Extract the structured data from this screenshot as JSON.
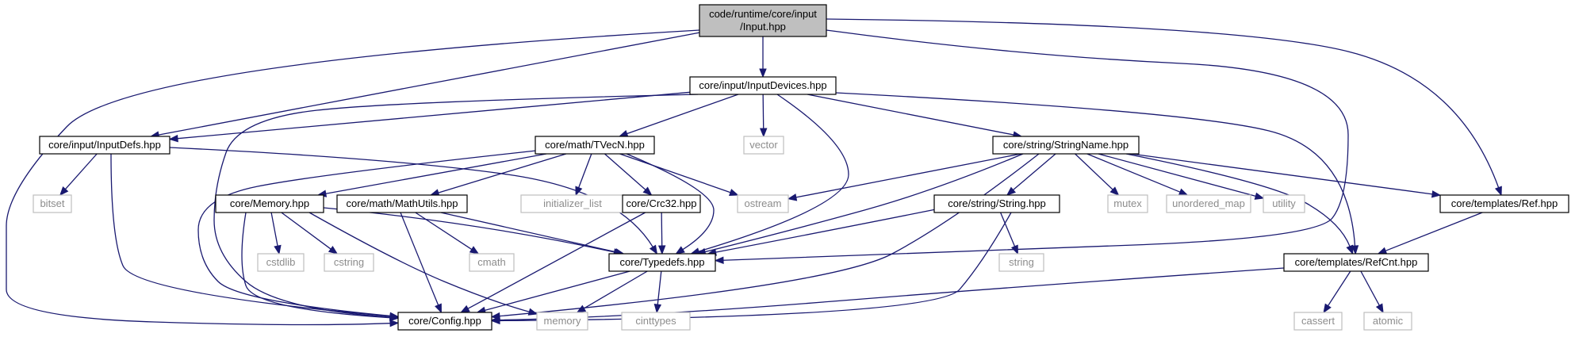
{
  "graph": {
    "colors": {
      "edge": "#191970",
      "header_fill": "#bfbfbf",
      "system_border": "#bfbfbf",
      "system_text": "#8c8c8c"
    },
    "nodes": {
      "input_hpp": {
        "lines": [
          "code/runtime/core/input",
          "/Input.hpp"
        ],
        "kind": "header"
      },
      "inputdevices_hpp": {
        "lines": [
          "core/input/InputDevices.hpp"
        ],
        "kind": "local"
      },
      "inputdefs_hpp": {
        "lines": [
          "core/input/InputDefs.hpp"
        ],
        "kind": "local"
      },
      "tvecn_hpp": {
        "lines": [
          "core/math/TVecN.hpp"
        ],
        "kind": "local"
      },
      "vector": {
        "lines": [
          "vector"
        ],
        "kind": "system"
      },
      "stringname_hpp": {
        "lines": [
          "core/string/StringName.hpp"
        ],
        "kind": "local"
      },
      "bitset": {
        "lines": [
          "bitset"
        ],
        "kind": "system"
      },
      "memory_hpp": {
        "lines": [
          "core/Memory.hpp"
        ],
        "kind": "local"
      },
      "mathutils_hpp": {
        "lines": [
          "core/math/MathUtils.hpp"
        ],
        "kind": "local"
      },
      "initializer_list": {
        "lines": [
          "initializer_list"
        ],
        "kind": "system"
      },
      "crc32_hpp": {
        "lines": [
          "core/Crc32.hpp"
        ],
        "kind": "local"
      },
      "ostream": {
        "lines": [
          "ostream"
        ],
        "kind": "system"
      },
      "string_hpp": {
        "lines": [
          "core/string/String.hpp"
        ],
        "kind": "local"
      },
      "mutex": {
        "lines": [
          "mutex"
        ],
        "kind": "system"
      },
      "unordered_map": {
        "lines": [
          "unordered_map"
        ],
        "kind": "system"
      },
      "utility": {
        "lines": [
          "utility"
        ],
        "kind": "system"
      },
      "ref_hpp": {
        "lines": [
          "core/templates/Ref.hpp"
        ],
        "kind": "local"
      },
      "cstdlib": {
        "lines": [
          "cstdlib"
        ],
        "kind": "system"
      },
      "cstring": {
        "lines": [
          "cstring"
        ],
        "kind": "system"
      },
      "cmath": {
        "lines": [
          "cmath"
        ],
        "kind": "system"
      },
      "typedefs_hpp": {
        "lines": [
          "core/Typedefs.hpp"
        ],
        "kind": "local"
      },
      "string": {
        "lines": [
          "string"
        ],
        "kind": "system"
      },
      "refcnt_hpp": {
        "lines": [
          "core/templates/RefCnt.hpp"
        ],
        "kind": "local"
      },
      "config_hpp": {
        "lines": [
          "core/Config.hpp"
        ],
        "kind": "local"
      },
      "memory": {
        "lines": [
          "memory"
        ],
        "kind": "system"
      },
      "cinttypes": {
        "lines": [
          "cinttypes"
        ],
        "kind": "system"
      },
      "cassert": {
        "lines": [
          "cassert"
        ],
        "kind": "system"
      },
      "atomic": {
        "lines": [
          "atomic"
        ],
        "kind": "system"
      }
    },
    "edges": [
      [
        "input_hpp",
        "inputdevices_hpp"
      ],
      [
        "input_hpp",
        "inputdefs_hpp"
      ],
      [
        "input_hpp",
        "config_hpp"
      ],
      [
        "input_hpp",
        "typedefs_hpp"
      ],
      [
        "input_hpp",
        "ref_hpp"
      ],
      [
        "inputdevices_hpp",
        "inputdefs_hpp"
      ],
      [
        "inputdevices_hpp",
        "tvecn_hpp"
      ],
      [
        "inputdevices_hpp",
        "vector"
      ],
      [
        "inputdevices_hpp",
        "stringname_hpp"
      ],
      [
        "inputdevices_hpp",
        "config_hpp"
      ],
      [
        "inputdevices_hpp",
        "typedefs_hpp"
      ],
      [
        "inputdevices_hpp",
        "refcnt_hpp"
      ],
      [
        "inputdefs_hpp",
        "bitset"
      ],
      [
        "inputdefs_hpp",
        "config_hpp"
      ],
      [
        "inputdefs_hpp",
        "typedefs_hpp"
      ],
      [
        "tvecn_hpp",
        "memory_hpp"
      ],
      [
        "tvecn_hpp",
        "mathutils_hpp"
      ],
      [
        "tvecn_hpp",
        "initializer_list"
      ],
      [
        "tvecn_hpp",
        "crc32_hpp"
      ],
      [
        "tvecn_hpp",
        "ostream"
      ],
      [
        "tvecn_hpp",
        "typedefs_hpp"
      ],
      [
        "tvecn_hpp",
        "config_hpp"
      ],
      [
        "stringname_hpp",
        "ostream"
      ],
      [
        "stringname_hpp",
        "string_hpp"
      ],
      [
        "stringname_hpp",
        "mutex"
      ],
      [
        "stringname_hpp",
        "unordered_map"
      ],
      [
        "stringname_hpp",
        "utility"
      ],
      [
        "stringname_hpp",
        "ref_hpp"
      ],
      [
        "stringname_hpp",
        "refcnt_hpp"
      ],
      [
        "stringname_hpp",
        "typedefs_hpp"
      ],
      [
        "stringname_hpp",
        "config_hpp"
      ],
      [
        "memory_hpp",
        "cstdlib"
      ],
      [
        "memory_hpp",
        "cstring"
      ],
      [
        "memory_hpp",
        "memory"
      ],
      [
        "memory_hpp",
        "typedefs_hpp"
      ],
      [
        "memory_hpp",
        "config_hpp"
      ],
      [
        "mathutils_hpp",
        "cmath"
      ],
      [
        "mathutils_hpp",
        "typedefs_hpp"
      ],
      [
        "mathutils_hpp",
        "config_hpp"
      ],
      [
        "crc32_hpp",
        "typedefs_hpp"
      ],
      [
        "crc32_hpp",
        "config_hpp"
      ],
      [
        "string_hpp",
        "string"
      ],
      [
        "string_hpp",
        "typedefs_hpp"
      ],
      [
        "string_hpp",
        "config_hpp"
      ],
      [
        "ref_hpp",
        "refcnt_hpp"
      ],
      [
        "refcnt_hpp",
        "cassert"
      ],
      [
        "refcnt_hpp",
        "atomic"
      ],
      [
        "refcnt_hpp",
        "config_hpp"
      ],
      [
        "typedefs_hpp",
        "config_hpp"
      ],
      [
        "typedefs_hpp",
        "memory"
      ],
      [
        "typedefs_hpp",
        "cinttypes"
      ]
    ]
  }
}
